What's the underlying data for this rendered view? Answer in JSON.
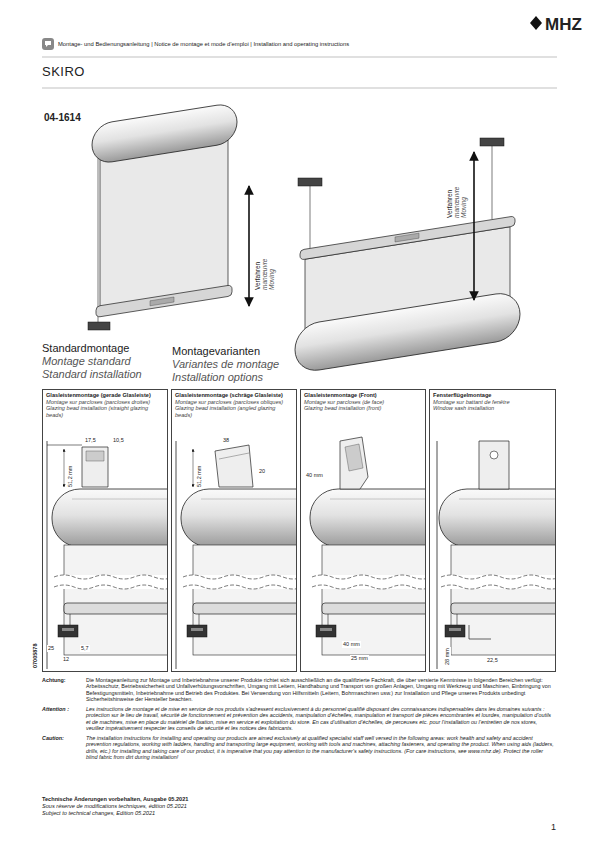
{
  "diagram": {
    "title": "SKIRO",
    "nodes": [
      {
        "text": [
          "Glasleistenmontage (gerade Glasleiste)",
          "Montage sur parcloses (parcloses droites)",
          "Glazing bead installation (straight glazing beads)"
        ]
      },
      {
        "text": [
          "Glasleistenmontage (schräge Glasleiste)",
          "Montage sur parcloses (parcloses obliques)",
          "Glazing bead installation (angled glazing beads)"
        ]
      },
      {
        "text": [
          "Glasleistenmontage (Front)",
          "Montage sur parcloses (de face)",
          "Glazing bead installation (front)"
        ]
      },
      {
        "text": [
          "Fensterflügelmontage",
          "Montage sur battant de fenêtre",
          "Window sash installation"
        ]
      }
    ],
    "edges": [],
    "labels": [
      "Montage- und Bedienungsanleitung | Notice de montage et mode d’emploi | Installation and operating instructions",
      "MHZ",
      "04-1614",
      "Verfahren",
      "manœuvre",
      "Moving",
      "Verfahren",
      "manœuvre",
      "Moving",
      "Standardmontage",
      "Montage standard",
      "Standard installation",
      "Montagevarianten",
      "Variantes de montage",
      "Installation options",
      "17,5",
      "10,5",
      "51,2 mm",
      "25",
      "12",
      "5,7",
      "38",
      "51,2 mm",
      "20",
      "40 mm",
      "40 mm",
      "25 mm",
      "28 mm",
      "22,5",
      "07005878",
      "Achtung:",
      "Die Montageanleitung zur Montage und Inbetriebnahme unserer Produkte richtet sich ausschließlich an die qualifizierte Fachkraft, die über versierte Kenntnisse in folgenden Bereichen verfügt: Arbeitsschutz, Betriebssicherheit und Unfallverhütungsvorschriften, Umgang mit Leitern, Handhabung und Transport von großen Anlagen, Umgang mit Werkzeug und Maschinen, Einbringung von Befestigungsmitteln, Inbetriebnahme und Betrieb des Produktes. Bei Verwendung von Hilfsmitteln (Leitern, Bohrmaschinen usw.) zur Installation und Pflege unseres Produkts unbedingt Sicherheitshinweise der Hersteller beachten.",
      "Attention :",
      "Les instructions de montage et de mise en service de nos produits s’adressent exclusivement à du personnel qualifié disposant des connaissances indispensables dans les domaines suivants : protection sur le lieu de travail, sécurité de fonctionnement et prévention des accidents, manipulation d’échelles, manipulation et transport de pièces encombrantes et lourdes, manipulation d’outils et de machines, mise en place du matériel de fixation, mise en service et exploitation du store. En cas d’utilisation d’échelles, de perceuses etc. pour l’installation ou l’entretien de nos stores, veuillez impérativement respecter les conseils de sécurité et les notices des fabricants.",
      "Caution:",
      "The installation instructions for installing and operating our products are aimed exclusively at qualified specialist staff well versed in the following areas: work health and safety and accident prevention regulations, working with ladders, handling and transporting large equipment, working with tools and machines, attaching fasteners, and operating the product. When using aids (ladders, drills, etc.) for installing and taking care of our product, it is imperative that you pay attention to the manufacturer’s safety instructions. (For care instructions, see www.mhz.de). Protect the roller blind fabric from dirt during installation!",
      "Technische Änderungen vorbehalten, Ausgabe 05.2021",
      "Sous réserve de modifications techniques, édition 05.2021",
      "Subject to technical changes, Edition 05.2021",
      "1"
    ]
  }
}
